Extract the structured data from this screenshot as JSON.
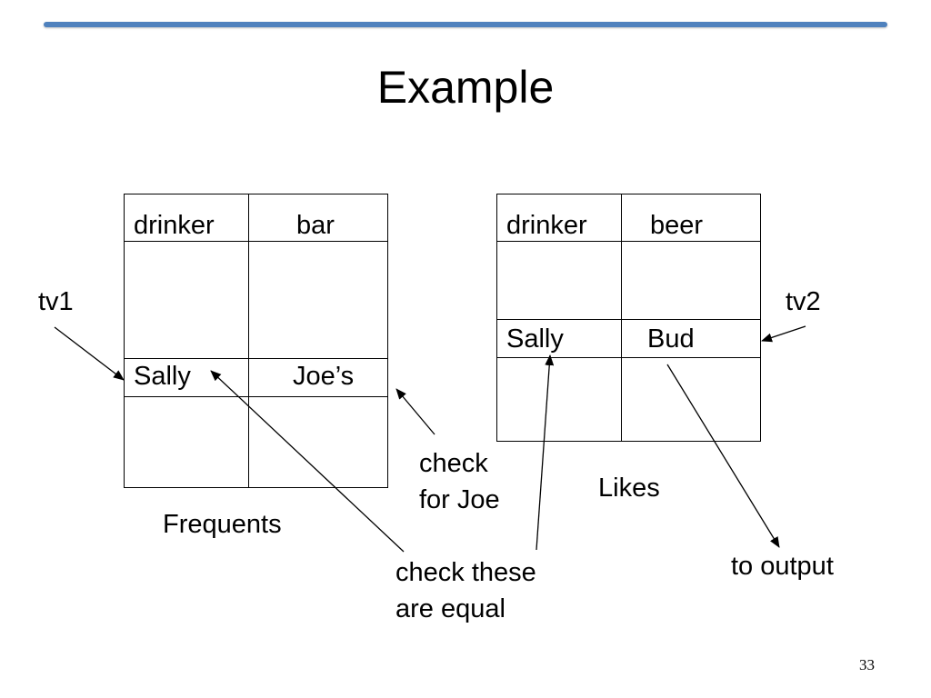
{
  "slide": {
    "title": "Example",
    "page_number": "33",
    "accent_color": "#4f81bd"
  },
  "frequents": {
    "caption": "Frequents",
    "headers": [
      "drinker",
      "bar"
    ],
    "row": [
      "Sally",
      "Joe’s"
    ]
  },
  "likes": {
    "caption": "Likes",
    "headers": [
      "drinker",
      "beer"
    ],
    "row": [
      "Sally",
      "Bud"
    ]
  },
  "labels": {
    "tv1": "tv1",
    "tv2": "tv2",
    "check_for_joe": [
      "check",
      "for Joe"
    ],
    "check_equal": [
      "check these",
      "are equal"
    ],
    "to_output": "to output"
  }
}
